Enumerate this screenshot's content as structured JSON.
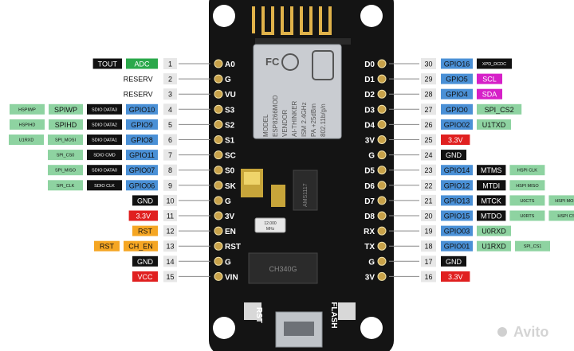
{
  "colors": {
    "black": "#111111",
    "gray": "#e7e7e7",
    "white": "#ffffff",
    "blue": "#4a90d6",
    "green": "#8ed3a1",
    "darkgreen": "#2aa84a",
    "red": "#e02020",
    "orange": "#f5a623",
    "magenta": "#d620c8",
    "board": "#141414"
  },
  "left_pins": [
    {
      "num": "1",
      "pin": "A0",
      "labels": [
        {
          "t": "TOUT",
          "c": "black"
        },
        {
          "t": "ADC",
          "c": "darkgreen"
        }
      ]
    },
    {
      "num": "2",
      "pin": "G",
      "labels": [
        {
          "t": "RESERV",
          "c": "white"
        }
      ]
    },
    {
      "num": "3",
      "pin": "VU",
      "labels": [
        {
          "t": "RESERV",
          "c": "white"
        }
      ]
    },
    {
      "num": "4",
      "pin": "S3",
      "labels": [
        {
          "t": "HSPIWP",
          "c": "green",
          "s": 1
        },
        {
          "t": "SPIWP",
          "c": "green"
        },
        {
          "t": "SDIO DATA3",
          "c": "black",
          "s": 1
        },
        {
          "t": "GPIO10",
          "c": "blue"
        }
      ]
    },
    {
      "num": "5",
      "pin": "S2",
      "labels": [
        {
          "t": "HSPIHD",
          "c": "green",
          "s": 1
        },
        {
          "t": "SPIHD",
          "c": "green"
        },
        {
          "t": "SDIO DATA2",
          "c": "black",
          "s": 1
        },
        {
          "t": "GPIO9",
          "c": "blue"
        }
      ]
    },
    {
      "num": "6",
      "pin": "S1",
      "labels": [
        {
          "t": "U1RXD",
          "c": "green",
          "s": 1
        },
        {
          "t": "SPI_MOSI",
          "c": "green",
          "s": 1
        },
        {
          "t": "SDIO DATA1",
          "c": "black",
          "s": 1
        },
        {
          "t": "GPIO8",
          "c": "blue"
        }
      ]
    },
    {
      "num": "7",
      "pin": "SC",
      "labels": [
        {
          "t": "SPI_CS0",
          "c": "green",
          "s": 1
        },
        {
          "t": "SDIO CMD",
          "c": "black",
          "s": 1
        },
        {
          "t": "GPIO11",
          "c": "blue"
        }
      ]
    },
    {
      "num": "8",
      "pin": "S0",
      "labels": [
        {
          "t": "SPI_MISO",
          "c": "green",
          "s": 1
        },
        {
          "t": "SDIO DATA0",
          "c": "black",
          "s": 1
        },
        {
          "t": "GPIO07",
          "c": "blue"
        }
      ]
    },
    {
      "num": "9",
      "pin": "SK",
      "labels": [
        {
          "t": "SPI_CLK",
          "c": "green",
          "s": 1
        },
        {
          "t": "SDIO CLK",
          "c": "black",
          "s": 1
        },
        {
          "t": "GPIO06",
          "c": "blue"
        }
      ]
    },
    {
      "num": "10",
      "pin": "G",
      "labels": [
        {
          "t": "GND",
          "c": "black"
        }
      ]
    },
    {
      "num": "11",
      "pin": "3V",
      "labels": [
        {
          "t": "3.3V",
          "c": "red"
        }
      ]
    },
    {
      "num": "12",
      "pin": "EN",
      "labels": [
        {
          "t": "RST",
          "c": "orange"
        }
      ]
    },
    {
      "num": "13",
      "pin": "RST",
      "labels": [
        {
          "t": "RST",
          "c": "orange"
        },
        {
          "t": "CH_EN",
          "c": "orange"
        }
      ]
    },
    {
      "num": "14",
      "pin": "G",
      "labels": [
        {
          "t": "GND",
          "c": "black"
        }
      ]
    },
    {
      "num": "15",
      "pin": "VIN",
      "labels": [
        {
          "t": "VCC",
          "c": "red"
        }
      ]
    }
  ],
  "right_pins": [
    {
      "num": "30",
      "pin": "D0",
      "labels": [
        {
          "t": "GPIO16",
          "c": "blue"
        },
        {
          "t": "XPD_DCDC",
          "c": "black",
          "s": 1
        }
      ]
    },
    {
      "num": "29",
      "pin": "D1",
      "labels": [
        {
          "t": "GPIO5",
          "c": "blue"
        },
        {
          "t": "SCL",
          "c": "magenta"
        }
      ]
    },
    {
      "num": "28",
      "pin": "D2",
      "labels": [
        {
          "t": "GPIO4",
          "c": "blue"
        },
        {
          "t": "SDA",
          "c": "magenta"
        }
      ]
    },
    {
      "num": "27",
      "pin": "D3",
      "labels": [
        {
          "t": "GPIO0",
          "c": "blue"
        },
        {
          "t": "SPI_CS2",
          "c": "green"
        }
      ]
    },
    {
      "num": "26",
      "pin": "D4",
      "labels": [
        {
          "t": "GPIO02",
          "c": "blue"
        },
        {
          "t": "U1TXD",
          "c": "green"
        }
      ]
    },
    {
      "num": "25",
      "pin": "3V",
      "labels": [
        {
          "t": "3.3V",
          "c": "red"
        }
      ]
    },
    {
      "num": "24",
      "pin": "G",
      "labels": [
        {
          "t": "GND",
          "c": "black"
        }
      ]
    },
    {
      "num": "23",
      "pin": "D5",
      "labels": [
        {
          "t": "GPIO14",
          "c": "blue"
        },
        {
          "t": "MTMS",
          "c": "black"
        },
        {
          "t": "HSPI CLK",
          "c": "green",
          "s": 1
        }
      ]
    },
    {
      "num": "22",
      "pin": "D6",
      "labels": [
        {
          "t": "GPIO12",
          "c": "blue"
        },
        {
          "t": "MTDI",
          "c": "black"
        },
        {
          "t": "HSPI MISO",
          "c": "green",
          "s": 1
        }
      ]
    },
    {
      "num": "21",
      "pin": "D7",
      "labels": [
        {
          "t": "GPIO13",
          "c": "blue"
        },
        {
          "t": "MTCK",
          "c": "black"
        },
        {
          "t": "U0CTS",
          "c": "green",
          "s": 1
        },
        {
          "t": "HSPI MOSI",
          "c": "green",
          "s": 1
        }
      ]
    },
    {
      "num": "20",
      "pin": "D8",
      "labels": [
        {
          "t": "GPIO15",
          "c": "blue"
        },
        {
          "t": "MTDO",
          "c": "black"
        },
        {
          "t": "U0RTS",
          "c": "green",
          "s": 1
        },
        {
          "t": "HSPI CS",
          "c": "green",
          "s": 1
        }
      ]
    },
    {
      "num": "19",
      "pin": "RX",
      "labels": [
        {
          "t": "GPIO03",
          "c": "blue"
        },
        {
          "t": "U0RXD",
          "c": "green"
        }
      ]
    },
    {
      "num": "18",
      "pin": "TX",
      "labels": [
        {
          "t": "GPIO01",
          "c": "blue"
        },
        {
          "t": "U1RXD",
          "c": "green"
        },
        {
          "t": "SPI_CS1",
          "c": "green",
          "s": 1
        }
      ]
    },
    {
      "num": "17",
      "pin": "G",
      "labels": [
        {
          "t": "GND",
          "c": "black"
        }
      ]
    },
    {
      "num": "16",
      "pin": "3V",
      "labels": [
        {
          "t": "3.3V",
          "c": "red"
        }
      ]
    }
  ],
  "board": {
    "module_lines": [
      "MODEL",
      "ESP8266MOD",
      "VENDOR",
      "AI-THINKER",
      "ISM 2.4GHz",
      "PA +25dBm",
      "802.11b/g/n"
    ],
    "fcc": "FC",
    "crystal": [
      "12.000",
      "MHz"
    ],
    "usb_chip": "CH340G",
    "regulator": "AMS1117",
    "button_left": "RST",
    "button_right": "FLASH"
  },
  "watermark": "Avito"
}
